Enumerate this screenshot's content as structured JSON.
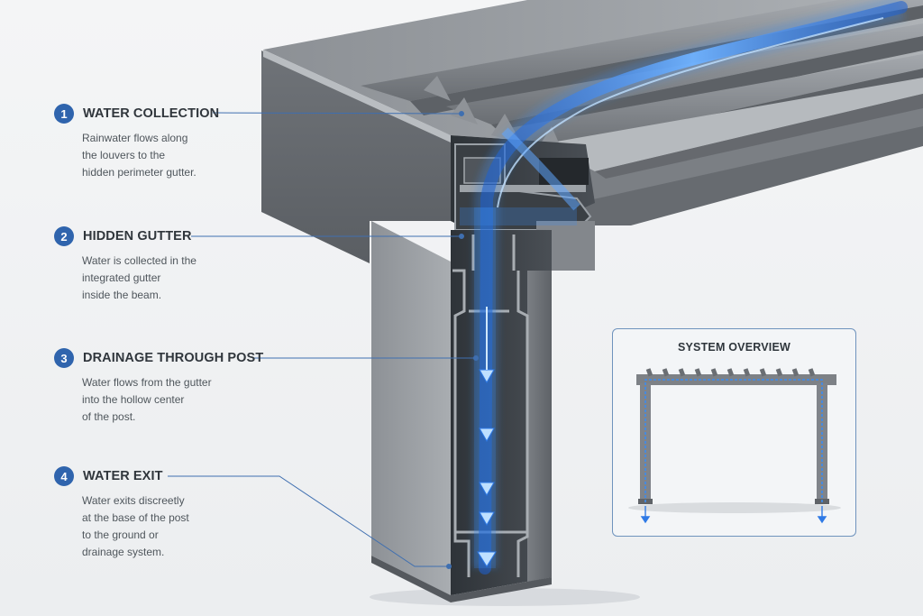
{
  "steps": [
    {
      "number": "1",
      "title": "WATER COLLECTION",
      "lines": [
        "Rainwater flows along",
        "the louvers to the",
        "hidden perimeter gutter."
      ]
    },
    {
      "number": "2",
      "title": "HIDDEN GUTTER",
      "lines": [
        "Water is collected in the",
        "integrated gutter",
        "inside the beam."
      ]
    },
    {
      "number": "3",
      "title": "DRAINAGE THROUGH POST",
      "lines": [
        "Water flows from the gutter",
        "into the hollow center",
        "of the post."
      ]
    },
    {
      "number": "4",
      "title": "WATER EXIT",
      "lines": [
        "Water exits discreetly",
        "at the base of the post",
        "to the ground or",
        "drainage system."
      ]
    }
  ],
  "overview": {
    "title": "SYSTEM OVERVIEW"
  },
  "colors": {
    "badge": "#2f64ad",
    "water": "#3b8cf0",
    "metal": "#7d8186",
    "callout_line": "#3f6fb0"
  }
}
